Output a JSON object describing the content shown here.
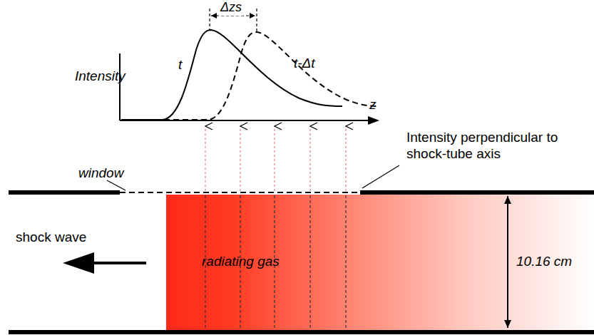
{
  "diagram": {
    "labels": [
      "Intensity",
      "t",
      "t-Δt",
      "Δzs",
      "z",
      "Intensity perpendicular to shock-tube axis",
      "window",
      "shock wave",
      "radiating gas",
      "10.16 cm"
    ]
  }
}
